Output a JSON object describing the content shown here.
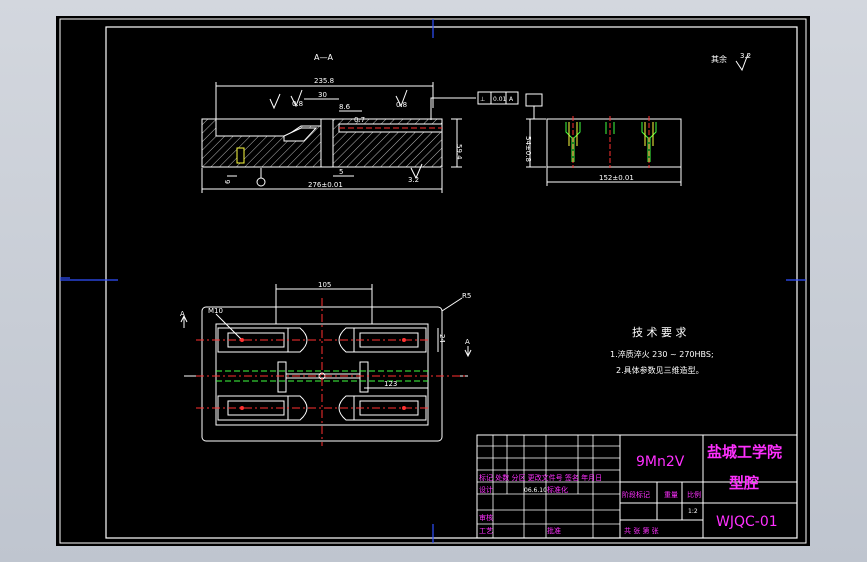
{
  "drawing": {
    "section_label": "A—A",
    "roughness_label": "其余",
    "roughness_value": "3.2",
    "dimensions": {
      "top_length": "235.8",
      "d30": "30",
      "r08a": "0.8",
      "d86": "8.6",
      "r08b": "0.8",
      "angle": "0.7",
      "height_right": "59.4",
      "d5": "5",
      "bottom_len": "276±0.01",
      "rough_bottom": "3.2",
      "d6": "6",
      "side_width": "152±0.01",
      "side_height": "54±0.8",
      "d105": "105",
      "r52": "R5",
      "m10": "M10",
      "d123": "123",
      "d24": "24"
    },
    "tolerance_frame": [
      "⊥",
      "0.01",
      "A"
    ],
    "section_marks": [
      "A",
      "A"
    ],
    "tech_title": "技 术 要 求",
    "tech_line1": "1.淬质淬火 230 ~ 270HBS;",
    "tech_line2": "2.具体参数见三维造型。"
  },
  "title_block": {
    "material": "9Mn2V",
    "school": "盐城工学院",
    "part_name": "型腔",
    "drawing_no": "WJQC-01",
    "row_headers": "标记 处数 分区 更改文件号 签名 年月日",
    "design_label": "设计",
    "design_date": "06.6.10",
    "std_label": "标准化",
    "check_label": "审核",
    "process_label": "工艺",
    "approve_label": "批准",
    "stage_label": "阶段标记",
    "weight_label": "重量",
    "scale_label": "比例",
    "scale_value": "1:2",
    "sheets_label": "共  张 第  张"
  },
  "colors": {
    "outline": "#ffffff",
    "hatch": "#d0d0d0",
    "dimension": "#ffffff",
    "centerline": "#ff3030",
    "hidden": "#ffff40",
    "green": "#40ff40",
    "frame_blue": "#3050ff",
    "title_magenta": "#ff30ff"
  }
}
